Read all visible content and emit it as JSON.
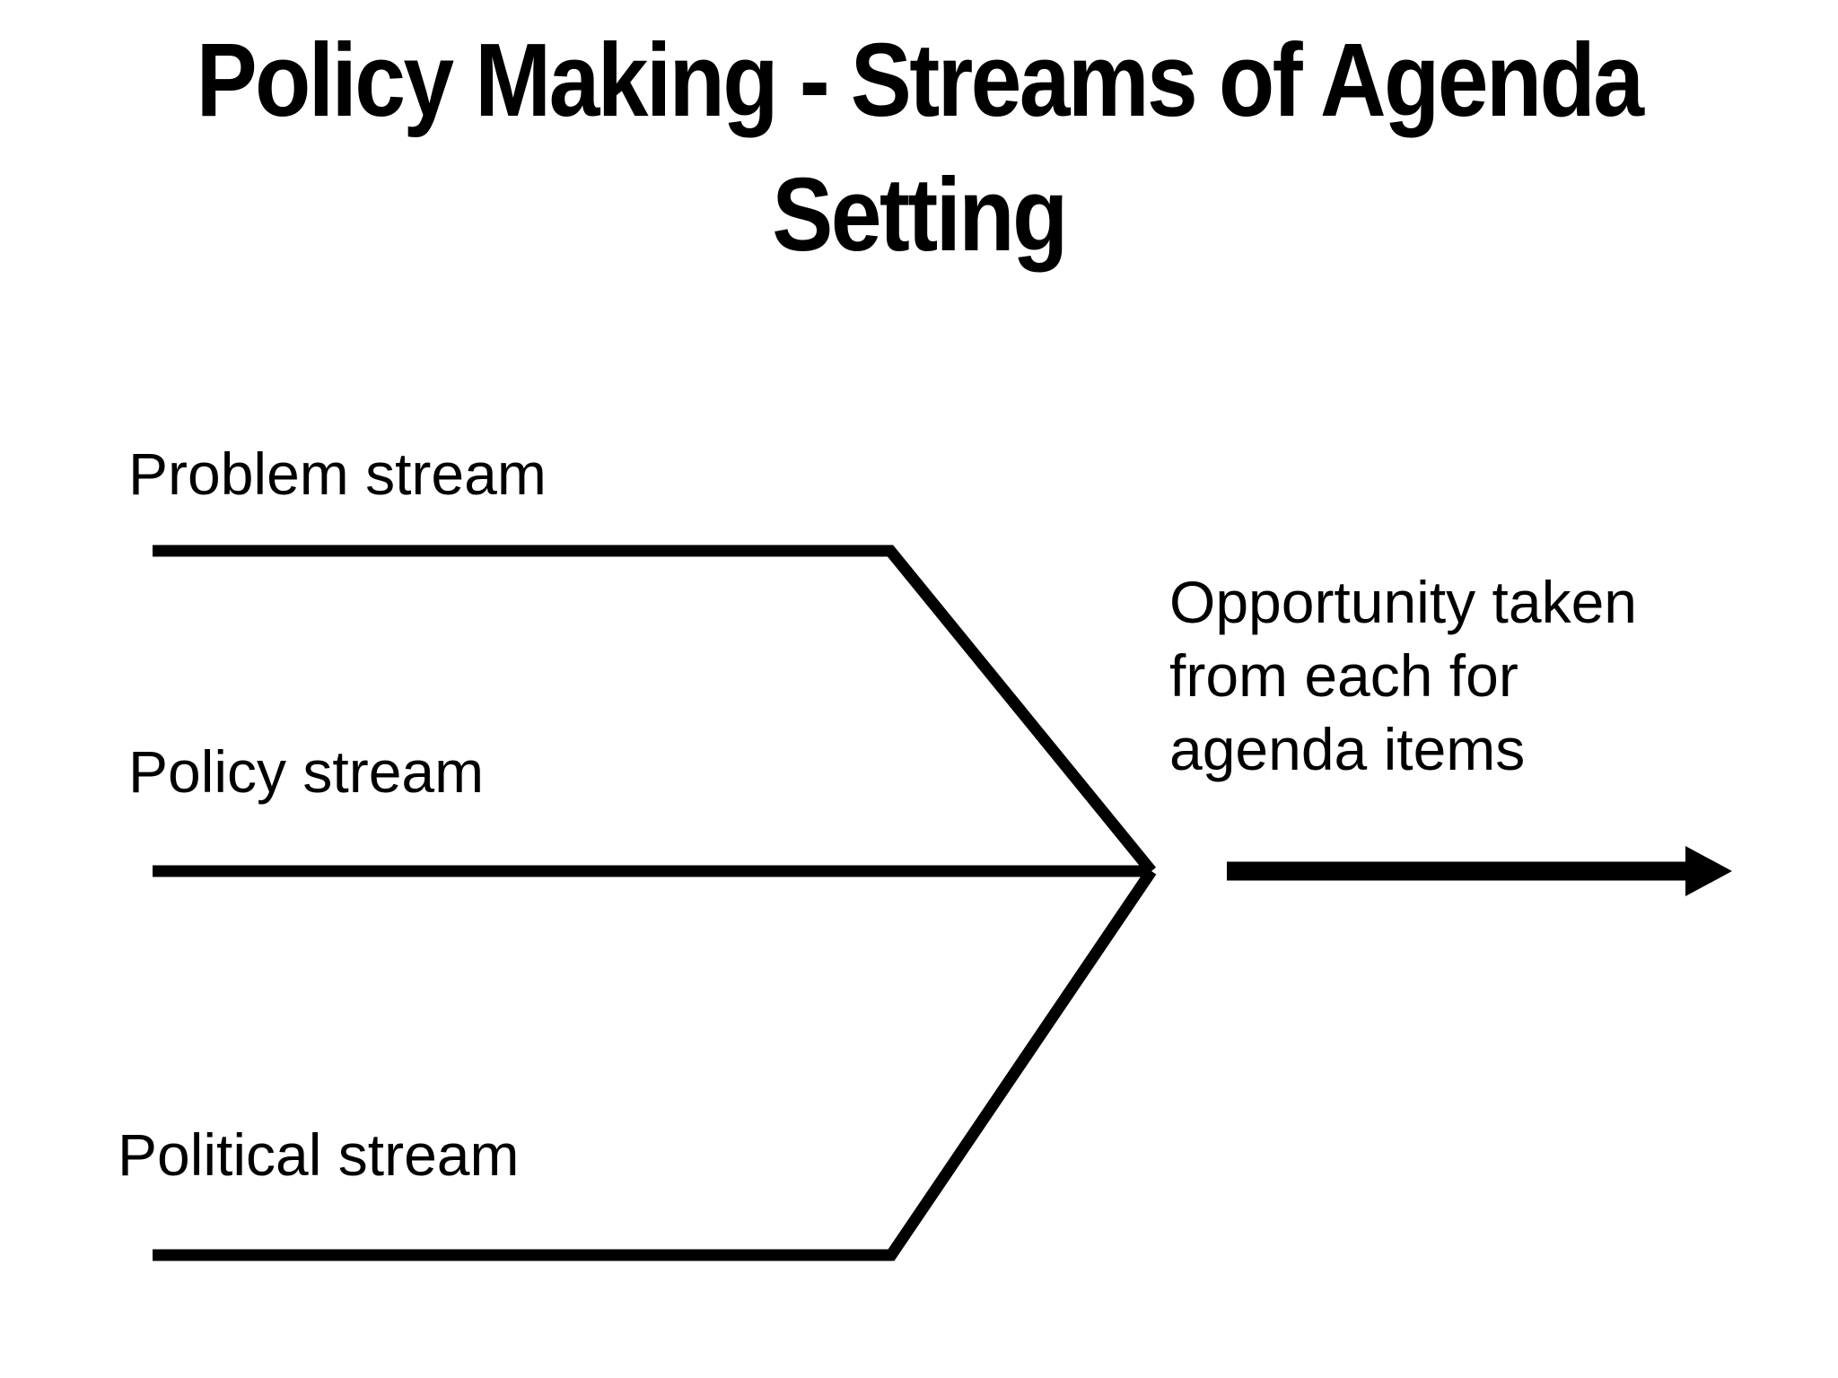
{
  "page": {
    "background_color": "#ffffff",
    "ink_color": "#000000"
  },
  "title": {
    "text": "Policy Making - Streams of Agenda Setting",
    "line1": "Policy Making - Streams of Agenda",
    "line2": "Setting"
  },
  "diagram": {
    "streams": [
      {
        "label": "Problem stream"
      },
      {
        "label": "Policy stream"
      },
      {
        "label": "Political stream"
      }
    ],
    "annotation": {
      "text": "Opportunity taken from each for agenda items",
      "lines": [
        "Opportunity taken",
        "from each for",
        "agenda items"
      ]
    },
    "arrow_icon": "arrow-right-icon"
  }
}
